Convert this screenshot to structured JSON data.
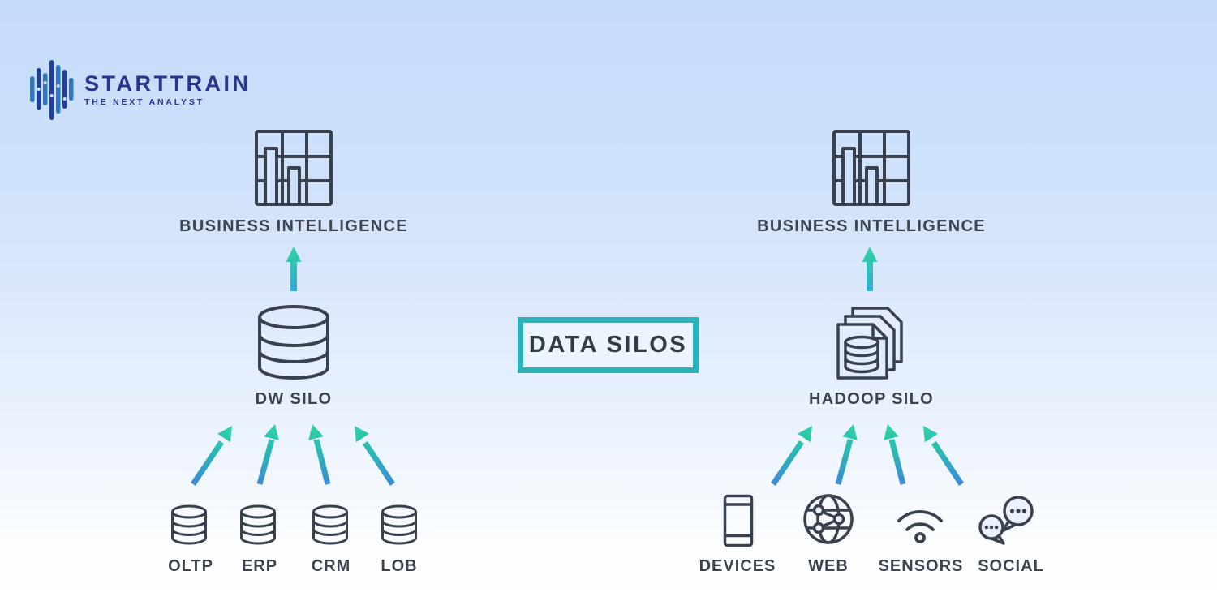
{
  "logo": {
    "title": "STARTTRAIN",
    "subtitle": "THE NEXT ANALYST",
    "icon": "equalizer-bars-logo-icon",
    "navy": "#27378f",
    "light_blue": "#2e78c0"
  },
  "diagram": {
    "center_label": "DATA SILOS",
    "left": {
      "top_label": "BUSINESS INTELLIGENCE",
      "top_icon": "bar-chart-dashboard-icon",
      "silo_label": "DW SILO",
      "silo_icon": "database-icon",
      "sources": [
        {
          "label": "OLTP",
          "icon": "database-icon"
        },
        {
          "label": "ERP",
          "icon": "database-icon"
        },
        {
          "label": "CRM",
          "icon": "database-icon"
        },
        {
          "label": "LOB",
          "icon": "database-icon"
        }
      ]
    },
    "right": {
      "top_label": "BUSINESS INTELLIGENCE",
      "top_icon": "bar-chart-dashboard-icon",
      "silo_label": "HADOOP SILO",
      "silo_icon": "documents-database-icon",
      "sources": [
        {
          "label": "DEVICES",
          "icon": "phone-icon"
        },
        {
          "label": "WEB",
          "icon": "globe-network-icon"
        },
        {
          "label": "SENSORS",
          "icon": "wifi-icon"
        },
        {
          "label": "SOCIAL",
          "icon": "chat-bubbles-icon"
        }
      ]
    },
    "colors": {
      "accent_teal_border": "#2ab3bb",
      "arrow_gradient_top": "#2ed3a6",
      "arrow_gradient_bottom": "#3f86d9",
      "icon_stroke": "#3a414e",
      "label_text": "#3d4450",
      "background_top": "#c3dbfa",
      "background_bottom": "#ffffff"
    }
  }
}
